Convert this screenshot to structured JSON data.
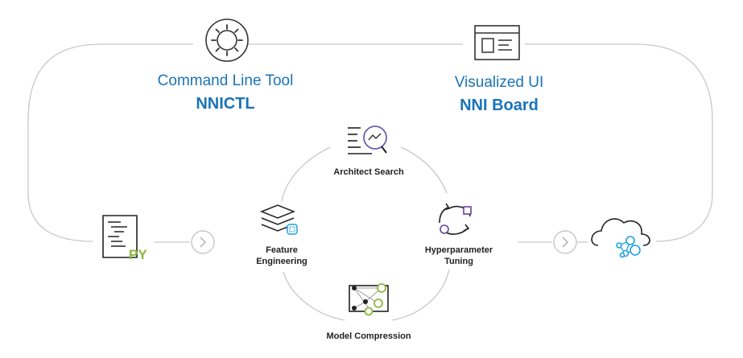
{
  "top": {
    "cli": {
      "title": "Command Line Tool",
      "name": "NNICTL"
    },
    "ui": {
      "title": "Visualized UI",
      "name": "NNI Board"
    }
  },
  "python_badge": "PY",
  "cycle": {
    "architect_search": "Architect Search",
    "feature_engineering": [
      "Feature",
      "Engineering"
    ],
    "hyperparameter_tuning": [
      "Hyperparameter",
      "Tuning"
    ],
    "model_compression": "Model Compression"
  },
  "colors": {
    "blue": "#1a73b8",
    "green": "#8cb83a",
    "purple": "#6a3fa0",
    "lightblue": "#1ea0e6",
    "line": "#c8c8c8",
    "icon": "#222222"
  },
  "icons": [
    "gear-icon",
    "dashboard-window-icon",
    "python-script-icon",
    "arrow-right-circle-icon",
    "cloud-network-icon",
    "search-chart-icon",
    "stacked-layers-icon",
    "refresh-cycle-icon",
    "network-graph-icon"
  ]
}
